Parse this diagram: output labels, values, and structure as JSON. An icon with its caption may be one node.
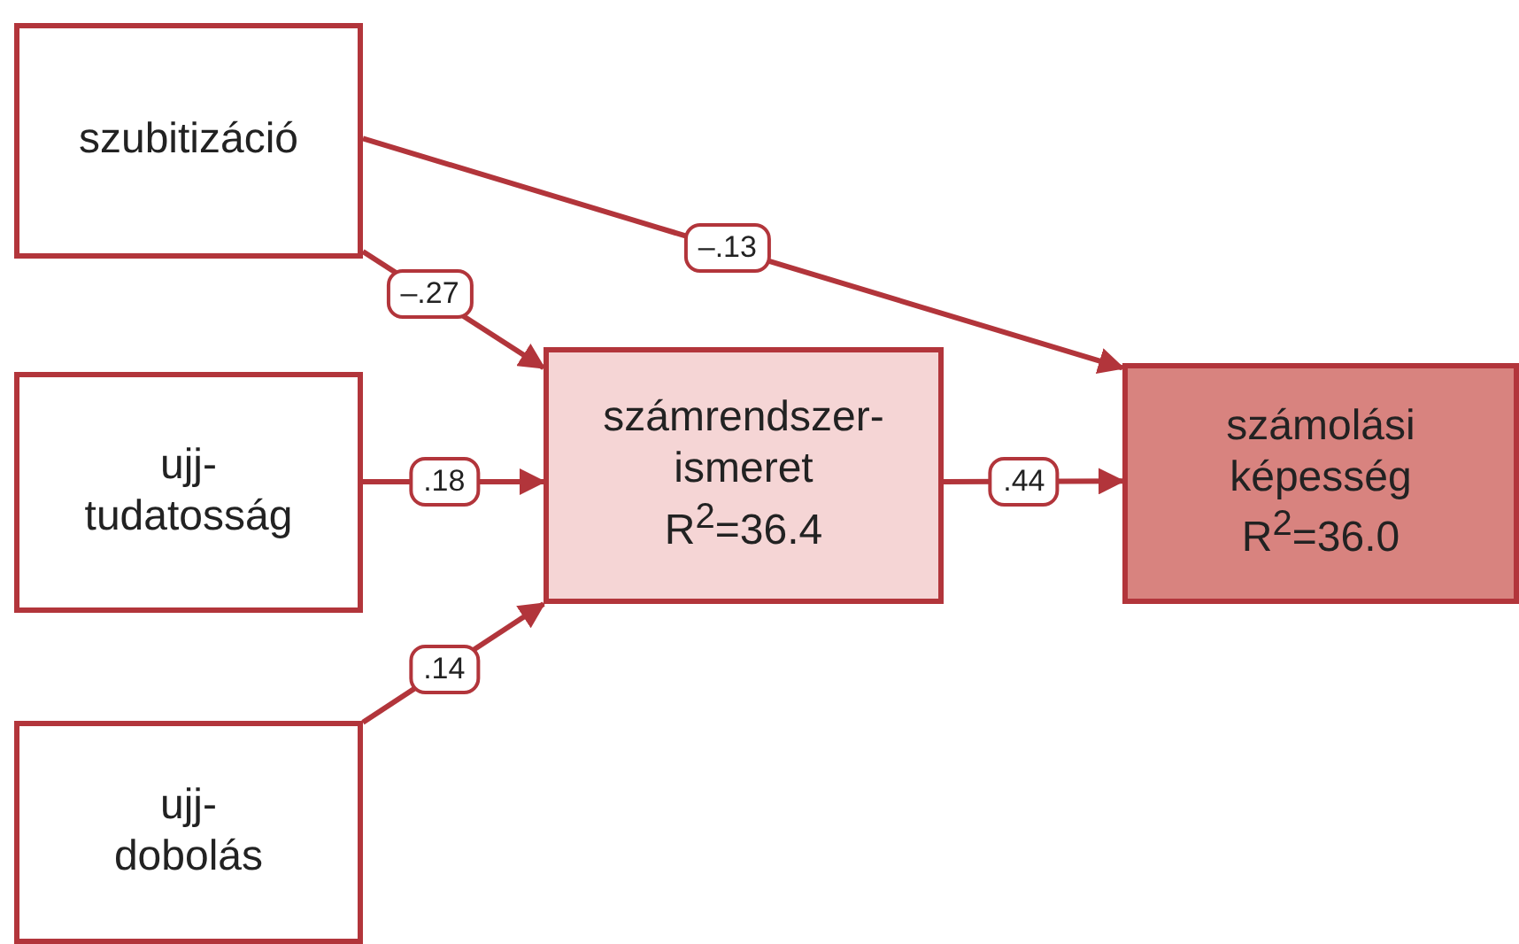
{
  "diagram": {
    "nodes": [
      {
        "text": [
          "szubitizáció"
        ]
      },
      {
        "text": [
          "ujj- tudatosság"
        ]
      },
      {
        "text": [
          "számrendszer- ismeret",
          "R$^{2}$=36.4"
        ]
      },
      {
        "text": [
          "számolási képesség",
          "R$^{2}$=36.0"
        ]
      },
      {
        "text": [
          "ujj- dobolás"
        ]
      }
    ],
    "edges": [
      {
        "from": 0,
        "to": 3,
        "arrow": "to",
        "label": "–.13"
      },
      {
        "from": 0,
        "to": 2,
        "arrow": "to",
        "label": "–.27"
      },
      {
        "from": 1,
        "to": 2,
        "arrow": "to",
        "label": ".18"
      },
      {
        "from": 4,
        "to": 2,
        "arrow": "to",
        "label": ".14"
      },
      {
        "from": 2,
        "to": 3,
        "arrow": "to",
        "label": ".44"
      }
    ]
  }
}
